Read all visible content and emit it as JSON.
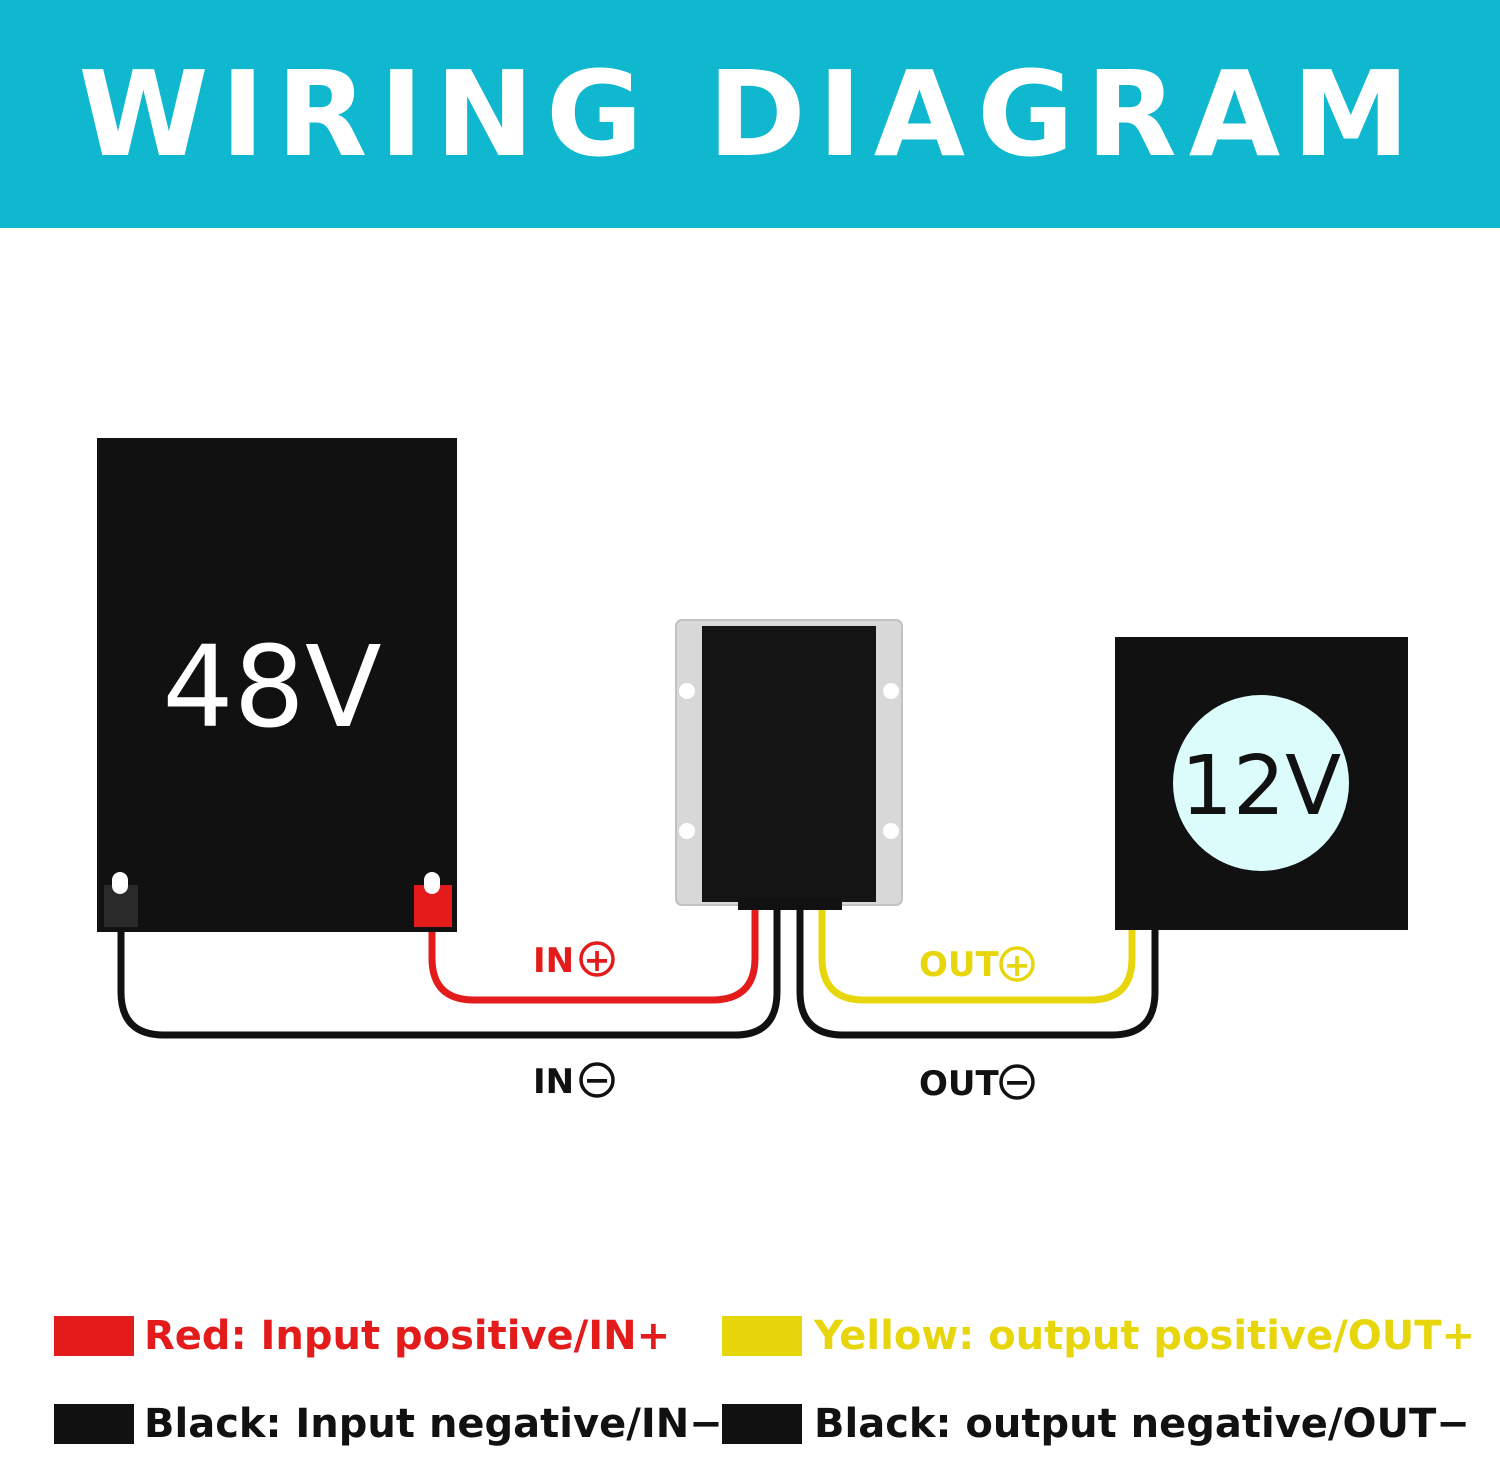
{
  "header": {
    "title": "WIRING DIAGRAM"
  },
  "devices": {
    "source": {
      "voltage_label": "48V"
    },
    "load": {
      "voltage_label": "12V"
    }
  },
  "wires": {
    "in_positive": {
      "label": "IN",
      "sign": "+"
    },
    "in_negative": {
      "label": "IN",
      "sign": "−"
    },
    "out_positive": {
      "label": "OUT",
      "sign": "+"
    },
    "out_negative": {
      "label": "OUT",
      "sign": "−"
    }
  },
  "legend": {
    "red": {
      "text": "Red: Input positive/IN+"
    },
    "yellow": {
      "text": "Yellow: output positive/OUT+"
    },
    "black_in": {
      "text": "Black: Input negative/IN−"
    },
    "black_out": {
      "text": "Black: output negative/OUT−"
    }
  },
  "colors": {
    "banner": "#0fb8cf",
    "red": "#e41b1b",
    "yellow": "#e8d60c",
    "black": "#111111",
    "load_disc": "#dcfcfb",
    "module_bracket": "#d8d8d8"
  }
}
